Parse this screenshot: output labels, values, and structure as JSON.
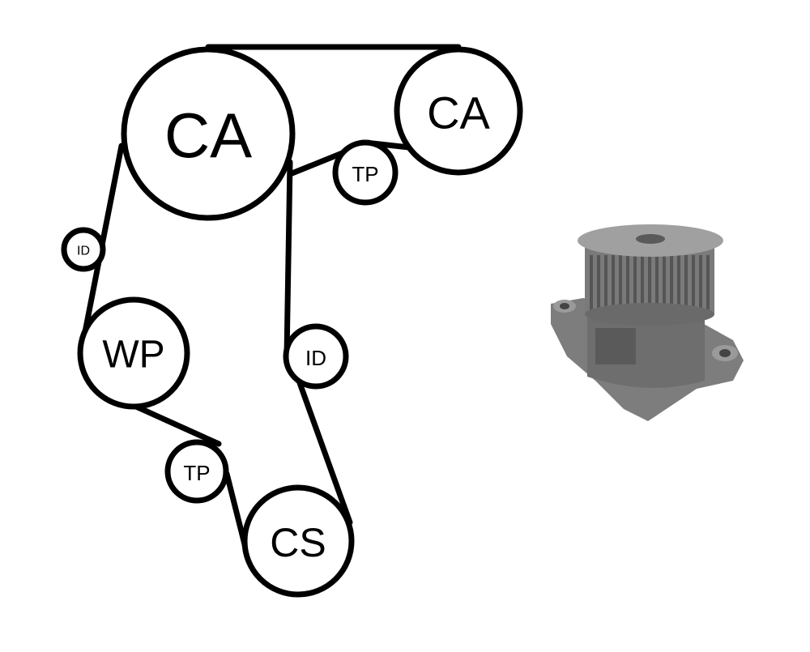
{
  "diagram": {
    "pulleys": [
      {
        "id": "camshaft-large",
        "label": "CA"
      },
      {
        "id": "camshaft-small",
        "label": "CA"
      },
      {
        "id": "tensioner-top",
        "label": "TP"
      },
      {
        "id": "idler-left",
        "label": "ID"
      },
      {
        "id": "water-pump",
        "label": "WP"
      },
      {
        "id": "idler-right",
        "label": "ID"
      },
      {
        "id": "tensioner-bottom",
        "label": "TP"
      },
      {
        "id": "crankshaft",
        "label": "CS"
      }
    ]
  },
  "product": {
    "icon": "water-pump-photo",
    "colors": {
      "body": "#7d7d7d",
      "dark": "#5a5a5a",
      "light": "#a0a0a0"
    }
  }
}
